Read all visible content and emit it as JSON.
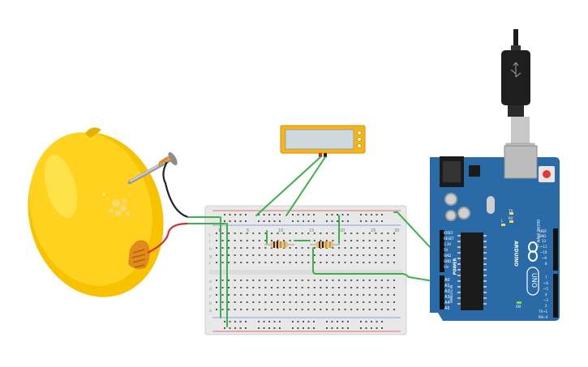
{
  "arduino": {
    "brand": "ARDUINO",
    "model": "UNO",
    "top_header": [
      "AREF",
      "GND",
      "13",
      "~11",
      "~10",
      "~9",
      "8"
    ],
    "top_header2": [
      "7",
      "~6",
      "~5",
      "4",
      "~3",
      "2",
      "TX→1",
      "RX←0"
    ],
    "power_labels": [
      "IOREF",
      "RESET",
      "3.3V",
      "5V",
      "GND",
      "GND",
      "Vin"
    ],
    "power_title": "POWER",
    "analog_labels": [
      "A0",
      "A1",
      "A2",
      "A3",
      "A4",
      "A5"
    ],
    "analog_title": "ANALOG IN",
    "digital_title": "DIGITAL (PWM ~)",
    "tx": "TX",
    "rx": "RX",
    "l": "L",
    "on": "ON"
  },
  "breadboard": {
    "row_letters_top": [
      "j",
      "i",
      "h",
      "g",
      "f"
    ],
    "row_letters_bottom": [
      "e",
      "d",
      "c",
      "b",
      "a"
    ],
    "column_numbers": [
      "1",
      "5",
      "10",
      "15",
      "20",
      "25",
      "30"
    ]
  },
  "components": {
    "meter": "multimeter",
    "lemon": "lemon battery",
    "resistors": [
      "resistor-1",
      "resistor-2"
    ]
  },
  "colors": {
    "wire_green": "#3cb14a",
    "wire_red": "#d32f2f",
    "wire_black": "#222222",
    "lemon": "#ffd21f",
    "arduino": "#2a6aa6"
  }
}
